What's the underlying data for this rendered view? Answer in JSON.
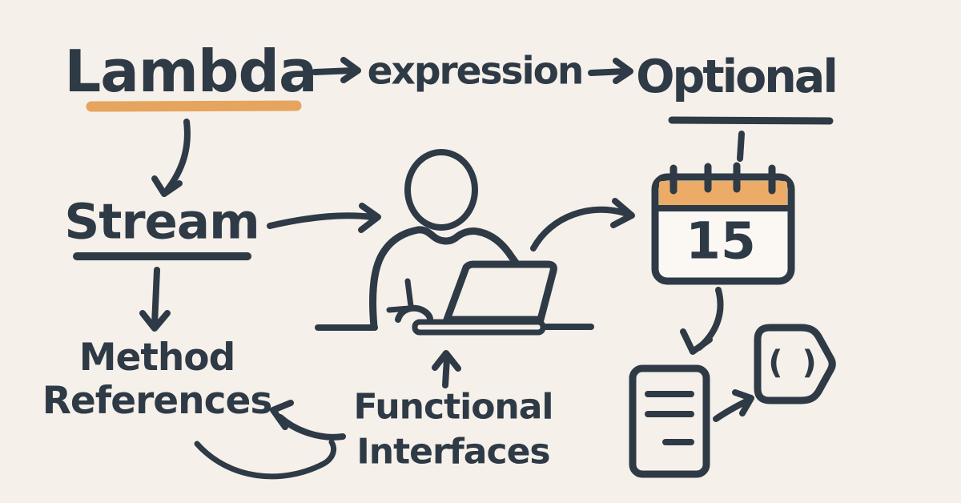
{
  "colors": {
    "background": "#f6f0ea",
    "ink": "#2e3a45",
    "accent": "#e6a45e",
    "calendar_band": "#ecac68",
    "paper_fill": "#fbf8f4"
  },
  "labels": {
    "lambda": "Lambda",
    "expression": "expression",
    "optional": "Optional",
    "stream": "Stream",
    "method_line1": "Method",
    "method_line2": "References",
    "functional_line1": "Functional",
    "functional_line2": "Interfaces",
    "calendar_day": "15",
    "code_glyph": "( )"
  },
  "icons": {
    "person": "person-at-laptop-icon",
    "calendar": "calendar-icon",
    "document": "document-icon",
    "code_tag": "code-tag-icon"
  },
  "connections": [
    "Lambda -> expression",
    "expression -> Optional",
    "Optional -> calendar",
    "Lambda -> Stream",
    "Stream -> person-at-laptop",
    "Stream -> Method References",
    "person-at-laptop -> calendar",
    "calendar -> document",
    "document -> code-tag",
    "Functional Interfaces -> person-at-laptop",
    "Functional Interfaces -> Method References"
  ]
}
